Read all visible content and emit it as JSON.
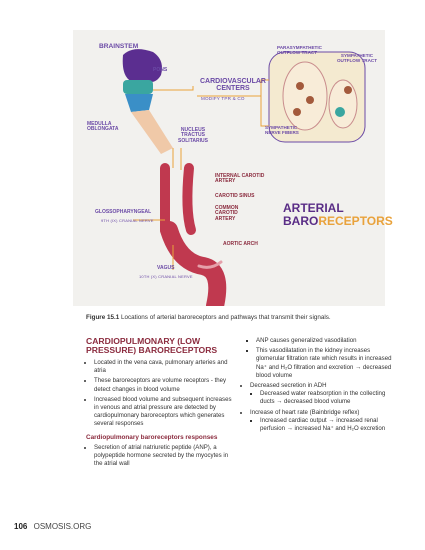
{
  "figure": {
    "brainstem": "BRAINSTEM",
    "pons": "PONS",
    "cardiovascular_centers": "CARDIOVASCULAR CENTERS",
    "modify": "MODIFY TPR & CO",
    "medulla": "MEDULLA OBLONGATA",
    "nucleus": "NUCLEUS TRACTUS SOLITARIUS",
    "parasympathetic": "PARASYMPATHETIC OUTFLOW TRACT",
    "sympathetic_outflow": "SYMPATHETIC OUTFLOW TRACT",
    "sympathetic_fibers": "SYMPATHETIC NERVE FIBERS",
    "internal_carotid": "INTERNAL CAROTID artery",
    "carotid_sinus": "CAROTID SINUS",
    "common_carotid": "COMMON CAROTID artery",
    "aortic_arch": "AORTIC ARCH",
    "glossopharyngeal": "GLOSSOPHARYNGEAL",
    "glosso_sub": "9th (IX) CRANIAL NERVE",
    "vagus": "VAGUS",
    "vagus_sub": "10th (X) CRANIAL NERVE",
    "title_line1": "ARTERIAL",
    "title_line2a": "BARO",
    "title_line2b": "RECEPTORS"
  },
  "caption": {
    "label": "Figure 15.1",
    "text": "Locations of arterial baroreceptors and pathways that transmit their signals."
  },
  "left": {
    "heading": "CARDIOPULMONARY (LOW PRESSURE) BARORECEPTORS",
    "bullets": [
      "Located in the vena cava, pulmonary arteries and atria",
      "These baroreceptors are volume receptors - they detect changes in blood volume",
      "Increased blood volume and subsequent increases in venous and atrial pressure are detected by cardiopulmonary baroreceptors which generates several responses"
    ],
    "subheading": "Cardiopulmonary baroreceptors responses",
    "sub_bullets": [
      "Secretion of atrial natriuretic peptide (ANP), a polypeptide hormone secreted by the myocytes in the atrial wall"
    ]
  },
  "right": {
    "sq1": "ANP causes generalized vasodilation",
    "sq2": "This vasodilatation in the kidney increases glomerular filtration rate which results in increased Na⁺ and H₂O filtration and excretion → decreased blood volume",
    "b1": "Decreased secretion in ADH",
    "b1_sq": "Decreased water reabsorption in the collecting ducts → decreased blood volume",
    "b2": "Increase of heart rate (Bainbridge reflex)",
    "b2_sq": "Increased cardiac output → increased renal perfusion → increased Na⁺ and H₂O excretion"
  },
  "footer": {
    "page": "106",
    "site": "OSMOSIS.ORG"
  }
}
